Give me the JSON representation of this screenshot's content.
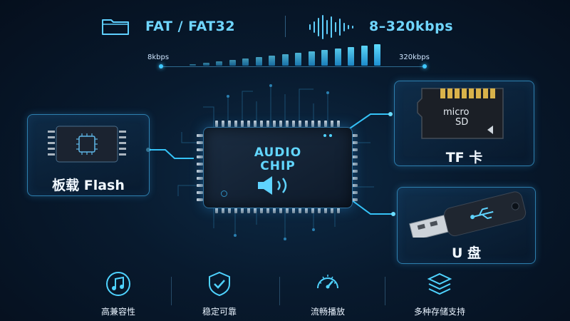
{
  "top": {
    "format_text": "FAT / FAT32",
    "bitrate_text": "8–320kbps",
    "bar_min_label": "8kbps",
    "bar_max_label": "320kbps",
    "icons": [
      "folder-icon",
      "waveform-icon"
    ]
  },
  "chip": {
    "line1": "AUDIO",
    "line2": "CHIP",
    "icon": "speaker-icon"
  },
  "sources": {
    "onboard_flash": "板载 Flash",
    "tf_card": "TF 卡",
    "tf_card_print_1": "micro",
    "tf_card_print_2": "SD",
    "usb_disk": "U 盘"
  },
  "features": [
    {
      "label": "高兼容性",
      "icon": "music-note-icon"
    },
    {
      "label": "稳定可靠",
      "icon": "shield-check-icon"
    },
    {
      "label": "流畅播放",
      "icon": "speedometer-icon"
    },
    {
      "label": "多种存储支持",
      "icon": "layers-icon"
    }
  ],
  "colors": {
    "accent": "#4fd3ff",
    "background": "#081a2e",
    "card_border": "#2d7fae"
  }
}
